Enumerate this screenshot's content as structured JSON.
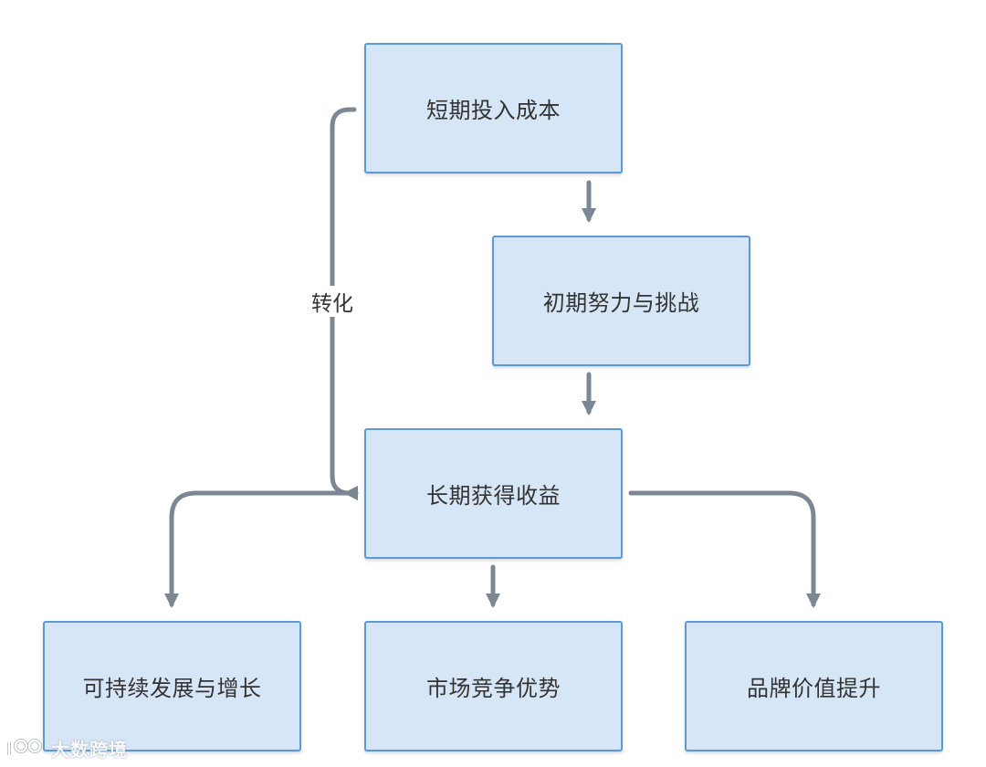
{
  "nodes": {
    "short_term_cost": "短期投入成本",
    "early_effort": "初期努力与挑战",
    "long_term_gain": "长期获得收益",
    "sustainable_growth": "可持续发展与增长",
    "market_advantage": "市场竞争优势",
    "brand_value": "品牌价值提升"
  },
  "edge_label": "转化",
  "watermark": "大数跨境",
  "colors": {
    "node_fill": "#d6e6f6",
    "node_border": "#5b9ad6",
    "arrow": "#7b8794",
    "text": "#333333"
  }
}
